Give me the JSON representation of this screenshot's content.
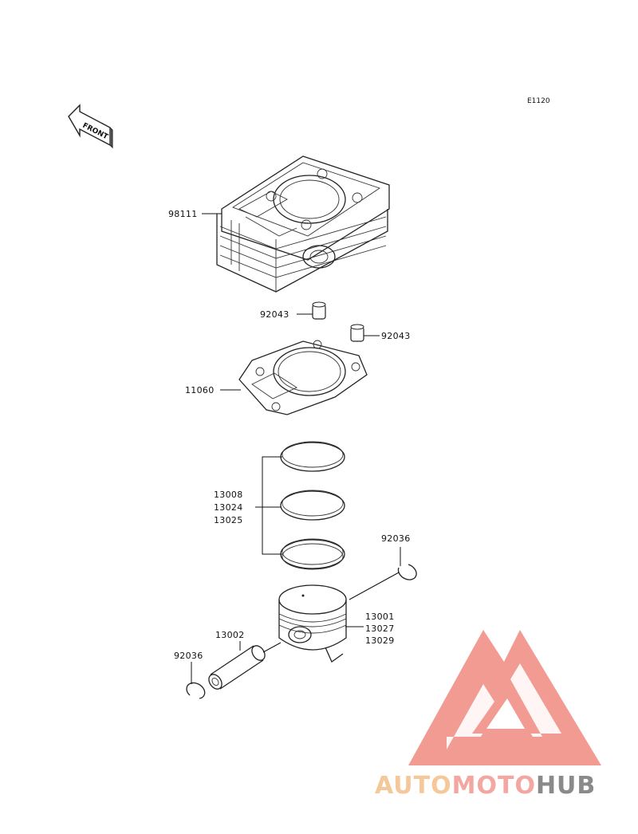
{
  "diagram": {
    "code": "E1120",
    "front_label": "FRONT",
    "parts": {
      "cylinder": "98111",
      "dowel_left": "92043",
      "dowel_right": "92043",
      "gasket": "11060",
      "rings": [
        "13008",
        "13024",
        "13025"
      ],
      "circlip_right": "92036",
      "piston": [
        "13001",
        "13027",
        "13029"
      ],
      "pin": "13002",
      "circlip_left": "92036"
    }
  },
  "watermark": {
    "brand": "AUTOMOTOHUB",
    "part1": "AUTO",
    "part2": "MOTO",
    "part3": "HUB",
    "colors": {
      "auto": "#f5c89a",
      "moto": "#f4a7a0",
      "hub": "#8a8a8a",
      "logo": "#f08a80"
    }
  }
}
